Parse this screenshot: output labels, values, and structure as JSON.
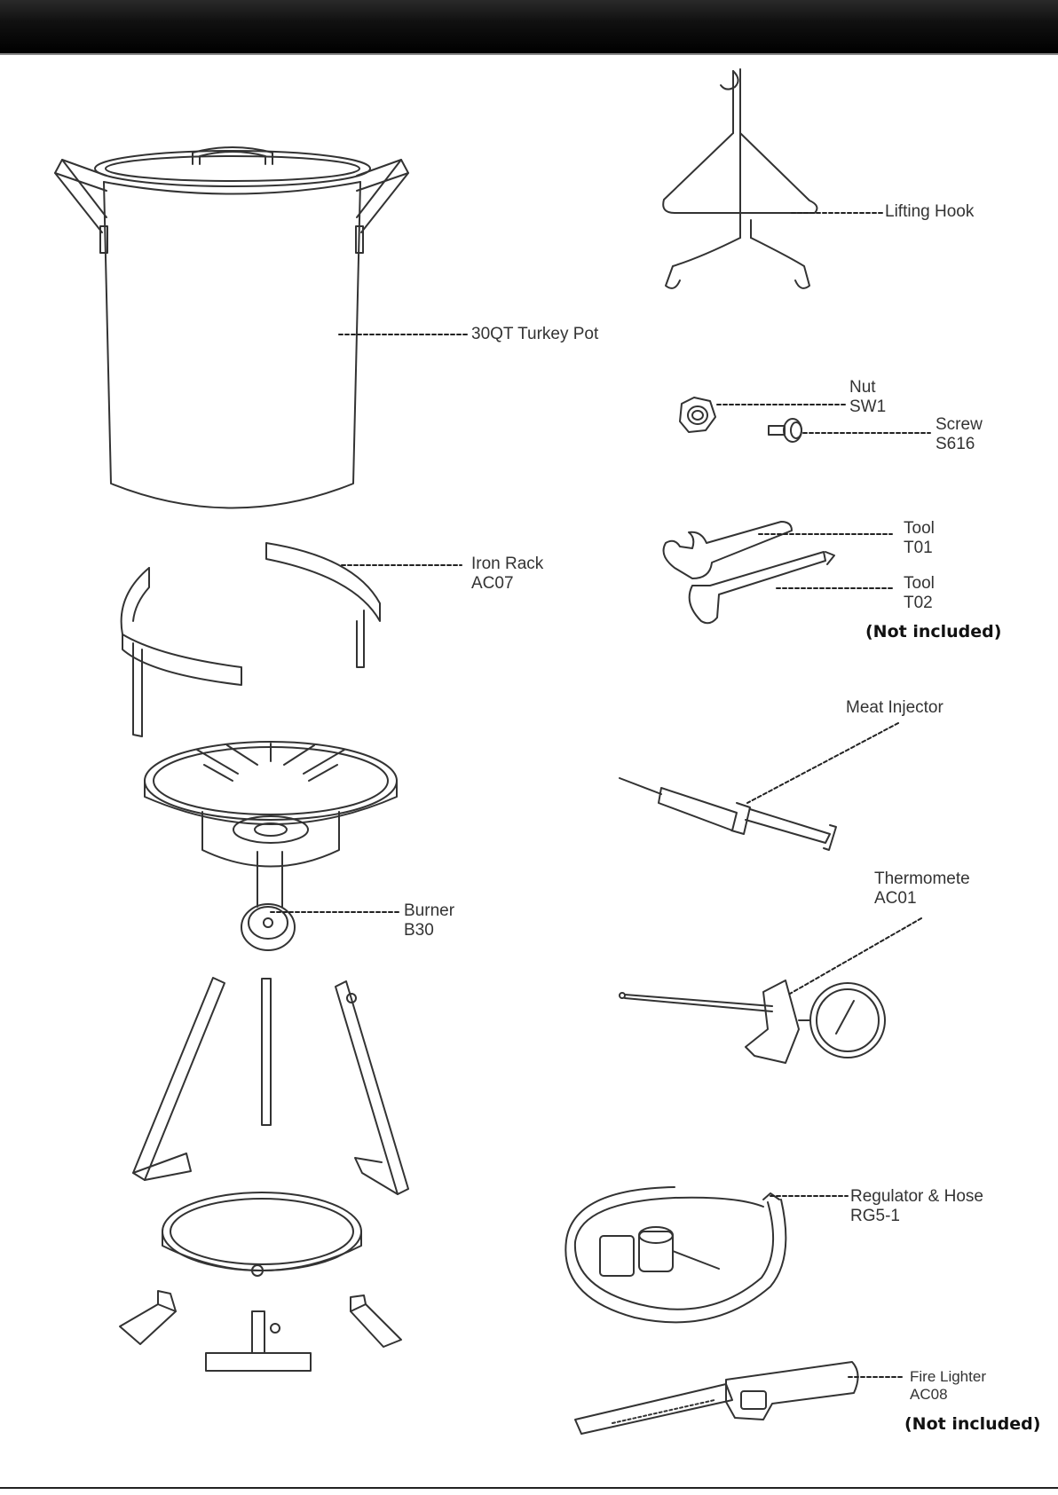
{
  "parts": {
    "lifting_hook": {
      "name": "Lifting Hook",
      "code": ""
    },
    "pot": {
      "name": "30QT Turkey Pot",
      "code": ""
    },
    "nut": {
      "name": "Nut",
      "code": "SW1"
    },
    "screw": {
      "name": "Screw",
      "code": "S616"
    },
    "tool1": {
      "name": "Tool",
      "code": "T01"
    },
    "tool2": {
      "name": "Tool",
      "code": "T02"
    },
    "iron_rack": {
      "name": "Iron Rack",
      "code": "AC07"
    },
    "meat_injector": {
      "name": "Meat Injector",
      "code": ""
    },
    "burner": {
      "name": "Burner",
      "code": "B30"
    },
    "thermometer": {
      "name": "Thermomete",
      "code": "AC01"
    },
    "regulator": {
      "name": "Regulator & Hose",
      "code": "RG5-1"
    },
    "fire_lighter": {
      "name": "Fire Lighter",
      "code": "AC08"
    }
  },
  "notes": {
    "tool_not_included": "(Not included)",
    "lighter_not_included": "(Not included)"
  },
  "colors": {
    "header": "#000000",
    "line": "#333333",
    "background": "#ffffff"
  }
}
